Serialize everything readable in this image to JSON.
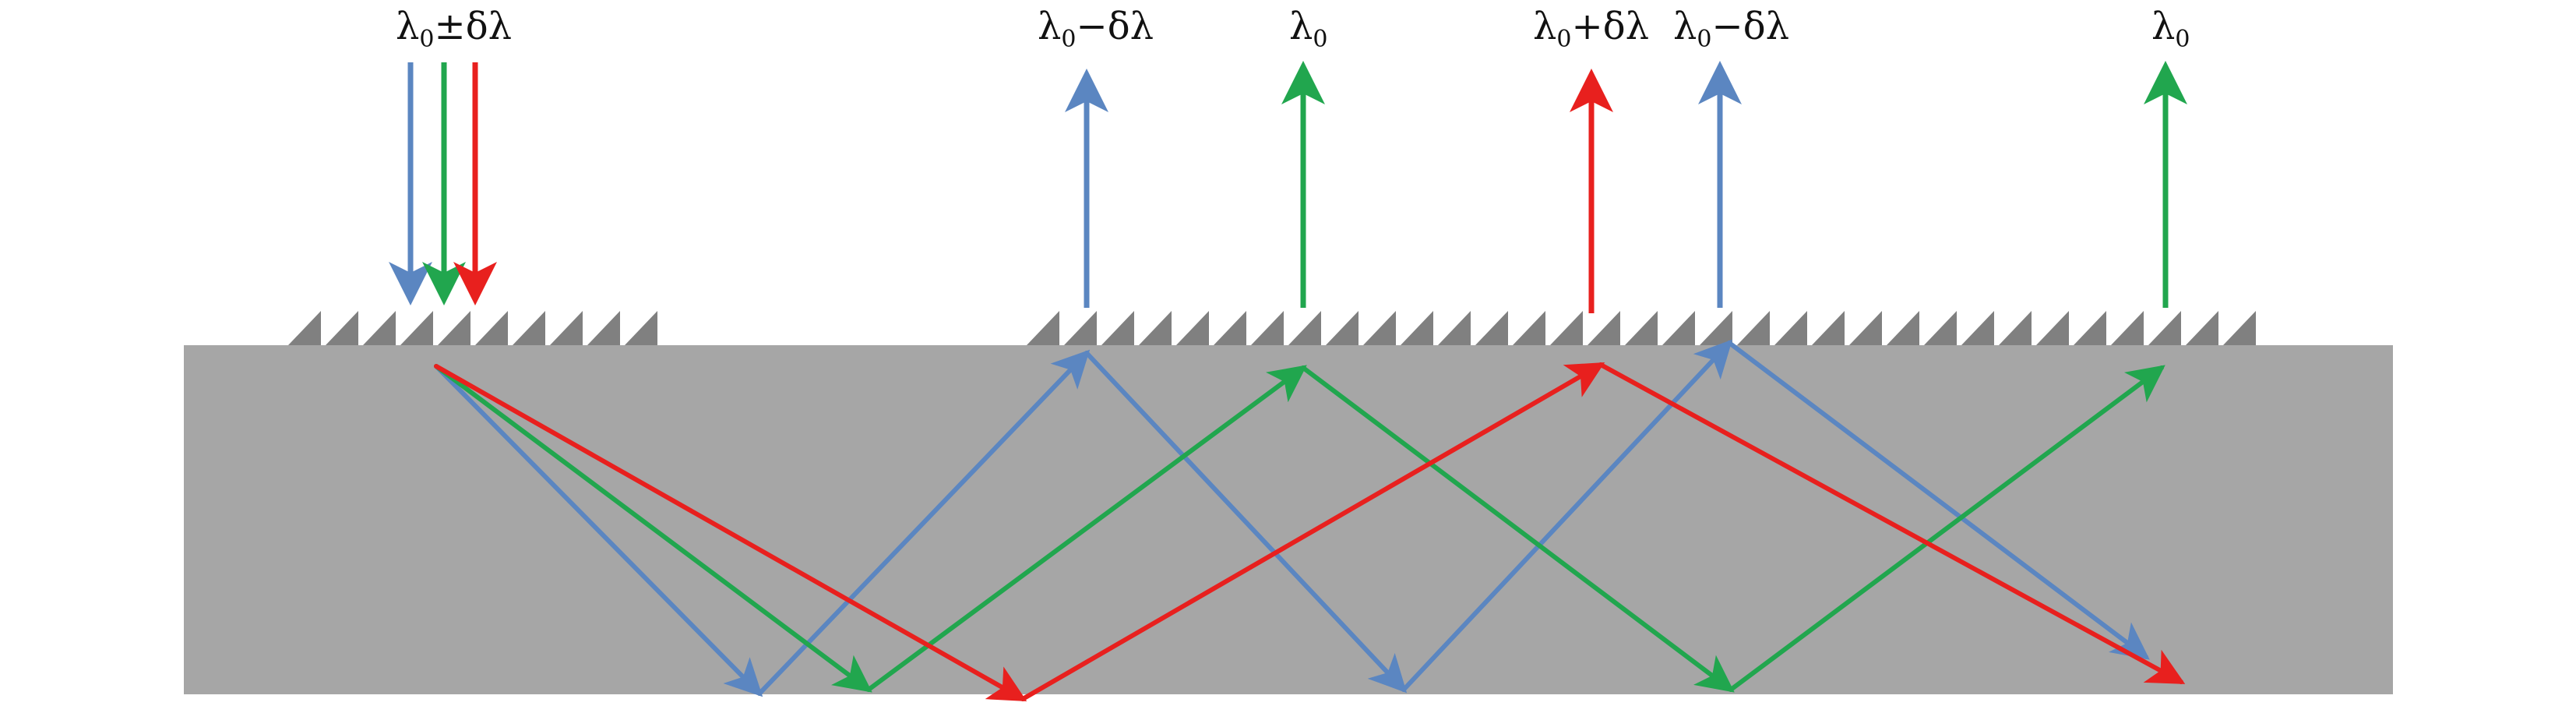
{
  "labels": {
    "input": {
      "base": "λ",
      "sub": "0",
      "suffix": "±δλ"
    },
    "out_blue_1": {
      "base": "λ",
      "sub": "0",
      "suffix": "−δλ"
    },
    "out_green_1": {
      "base": "λ",
      "sub": "0",
      "suffix": ""
    },
    "out_red_1": {
      "base": "λ",
      "sub": "0",
      "suffix": "+δλ"
    },
    "out_blue_2": {
      "base": "λ",
      "sub": "0",
      "suffix": "−δλ"
    },
    "out_green_2": {
      "base": "λ",
      "sub": "0",
      "suffix": ""
    }
  },
  "colors": {
    "blue": "#5b86c1",
    "green": "#21a64e",
    "red": "#e8201e",
    "substrate": "#a6a6a6",
    "grating": "#808080"
  }
}
